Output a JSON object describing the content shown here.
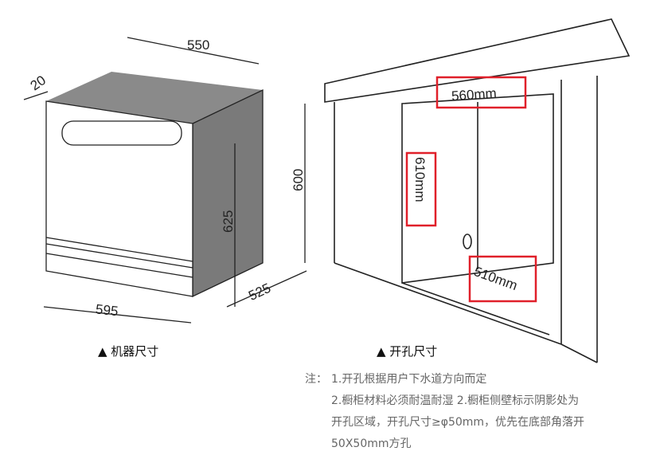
{
  "machine": {
    "width": "550",
    "depth_top": "20",
    "height_total": "600",
    "height_body": "625",
    "depth": "525",
    "front_width": "595",
    "caption": "▲ 机器尺寸"
  },
  "cabinet": {
    "width": "560mm",
    "height": "610mm",
    "depth": "510mm",
    "caption": "▲ 开孔尺寸",
    "highlight_color": "#e0202a"
  },
  "notes": {
    "prefix": "注：",
    "line1": "1.开孔根据用户下水道方向而定",
    "line2": "2.橱柜材料必须耐温耐湿 2.橱柜侧壁标示阴影处为",
    "line3": "开孔区域，开孔尺寸≥φ50mm，优先在底部角落开",
    "line4": "50X50mm方孔"
  }
}
